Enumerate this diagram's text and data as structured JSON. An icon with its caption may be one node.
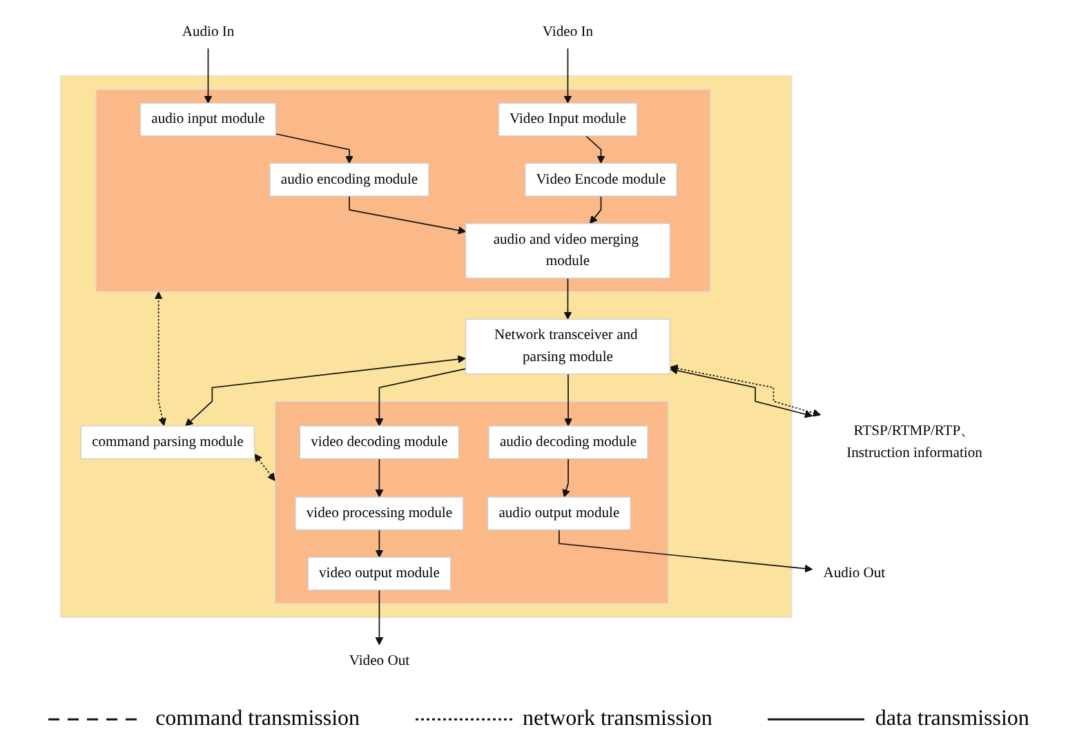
{
  "diagram": {
    "nodes": [
      {
        "text": [],
        "shape": "box"
      },
      {
        "text": [],
        "shape": "box",
        "in": 0
      },
      {
        "text": [
          "Video Input module"
        ],
        "in": 1
      },
      {
        "text": [
          "audio input module"
        ],
        "in": 1
      },
      {
        "text": [
          "Video Encode module"
        ],
        "in": 1
      },
      {
        "text": [
          "audio encoding module"
        ],
        "in": 1
      },
      {
        "text": [
          "audio and video merging module"
        ],
        "in": 1
      },
      {
        "text": [],
        "shape": "box",
        "in": 0
      },
      {
        "text": [
          "audio output module"
        ],
        "in": 7
      },
      {
        "text": [
          "video output module"
        ],
        "in": 7
      },
      {
        "text": [
          "video processing module"
        ],
        "in": 7
      },
      {
        "text": [
          "audio decoding module"
        ],
        "in": 7
      },
      {
        "text": [
          "video decoding module"
        ],
        "in": 7
      },
      {
        "text": [
          "Network transceiver and parsing module"
        ],
        "in": 0
      },
      {
        "text": [
          "command parsing module"
        ],
        "in": 0
      },
      {
        "text": [
          "Video In"
        ]
      },
      {
        "text": [
          "Audio In"
        ]
      },
      {
        "text": [
          "Audio Out"
        ]
      },
      {
        "text": [
          "Video Out"
        ]
      },
      {
        "text": [
          "RTSP/RTMP/RTP、Instruction information"
        ]
      }
    ],
    "edges": [
      {
        "from": 15,
        "to": 2,
        "arrow": "to"
      },
      {
        "from": 16,
        "to": 3,
        "arrow": "to"
      },
      {
        "from": 2,
        "to": 4,
        "arrow": "to"
      },
      {
        "from": 3,
        "to": 5,
        "arrow": "to"
      },
      {
        "from": 4,
        "to": 6,
        "arrow": "to"
      },
      {
        "from": 5,
        "to": 6,
        "arrow": "to"
      },
      {
        "from": 6,
        "to": 13,
        "arrow": "to"
      },
      {
        "from": 13,
        "to": 11,
        "arrow": "to"
      },
      {
        "from": 13,
        "to": 12,
        "arrow": "to"
      },
      {
        "from": 11,
        "to": 8,
        "arrow": "to"
      },
      {
        "from": 8,
        "to": 17,
        "arrow": "to"
      },
      {
        "from": 12,
        "to": 10,
        "arrow": "to"
      },
      {
        "from": 10,
        "to": 9,
        "arrow": "to"
      },
      {
        "from": 9,
        "to": 18,
        "arrow": "to"
      },
      {
        "from": 13,
        "to": 14,
        "arrow": "both"
      },
      {
        "from": 14,
        "to": 1,
        "arrow": "both",
        "style": "dashed"
      },
      {
        "from": 14,
        "to": 7,
        "arrow": "both",
        "style": "dashed"
      },
      {
        "from": 13,
        "to": 19,
        "arrow": "both",
        "style": "dashed"
      },
      {
        "from": 13,
        "to": 19,
        "arrow": "both"
      }
    ],
    "legend": [
      {
        "text": "command transmission"
      },
      {
        "text": "network transmission"
      },
      {
        "text": "data transmission"
      }
    ]
  }
}
